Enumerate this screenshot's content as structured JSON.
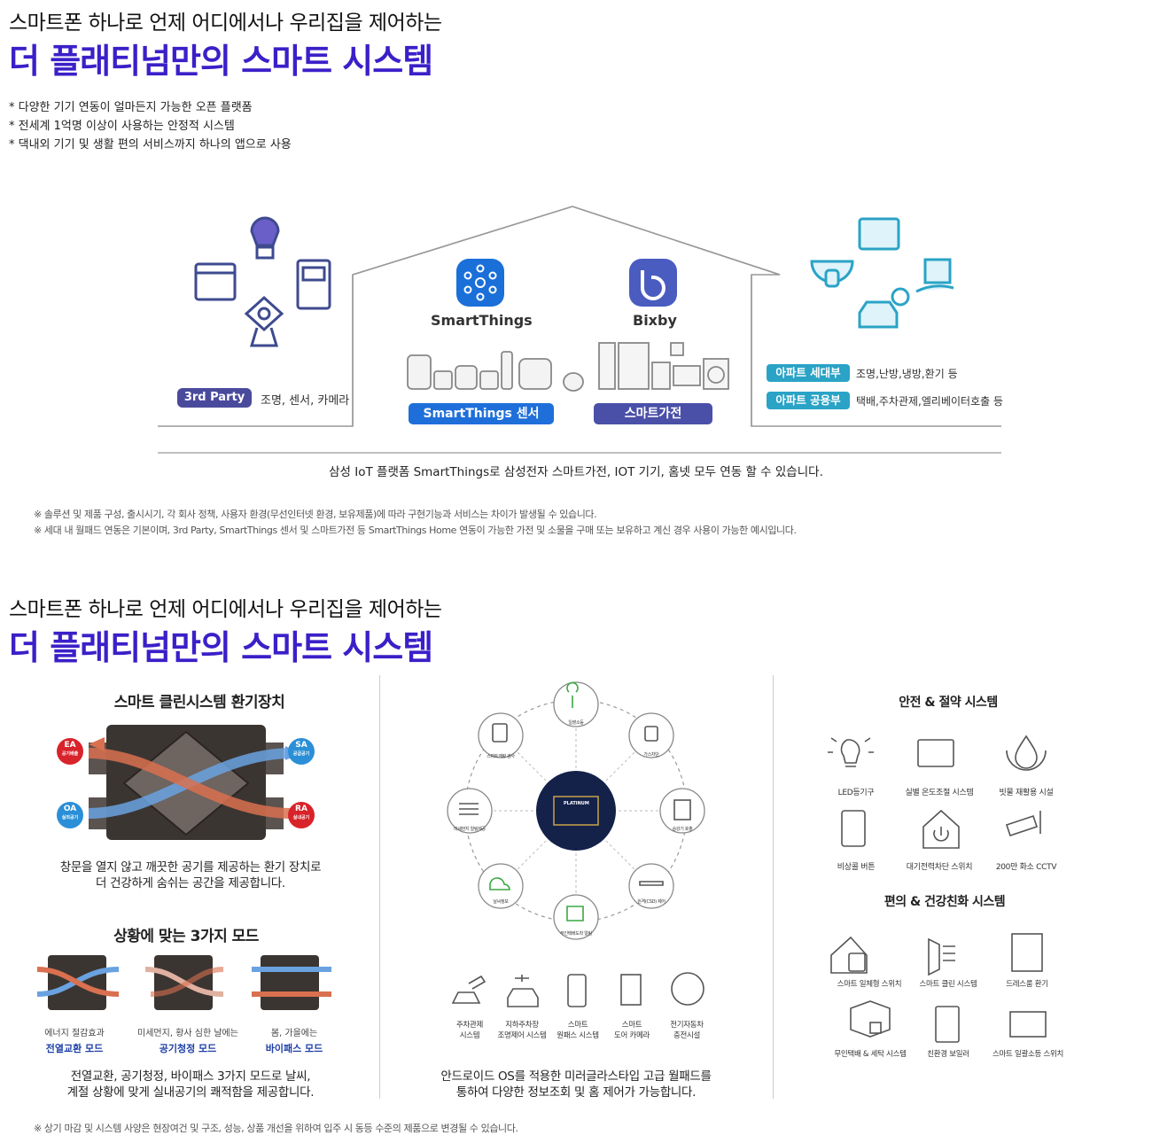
{
  "section1": {
    "subtitle": "스마트폰 하나로 언제 어디에서나 우리집을 제어하는",
    "title": "더 플래티넘만의 스마트 시스템",
    "bullets": [
      "* 다양한 기기 연동이 얼마든지 가능한 오픈 플랫폼",
      "* 전세계 1억명 이상이 사용하는 안정적 시스템",
      "* 댁내외 기기 및 생활 편의 서비스까지 하나의 앱으로 사용"
    ],
    "third_party_label": "3rd Party",
    "third_party_desc": "조명, 센서, 카메라",
    "smartthings_label": "SmartThings",
    "bixby_label": "Bixby",
    "smartthings_sensor": "SmartThings 센서",
    "smart_appliance": "스마트가전",
    "apt_unit": "아파트 세대부",
    "apt_unit_desc": "조명,난방,냉방,환기 등",
    "apt_common": "아파트 공용부",
    "apt_common_desc": "택배,주차관제,엘리베이터호출 등",
    "caption": "삼성 IoT 플랫폼 SmartThings로 삼성전자 스마트가전, IOT 기기, 홈넷 모두 연동 할 수 있습니다.",
    "notes": [
      "※ 솔루션 및 제품 구성, 출시시기, 각 회사 정책, 사용자 환경(무선인터넷 환경, 보유제품)에 따라 구현기능과 서비스는 차이가 발생될 수 있습니다.",
      "※ 세대 내 월패드 연동은 기본이며, 3rd Party, SmartThings 센서 및 스마트가전 등 SmartThings Home 연동이 가능한 가전 및 소물을 구매 또는 보유하고 계신 경우 사용이 가능한 예시입니다."
    ]
  },
  "section2": {
    "subtitle": "스마트폰 하나로 언제 어디에서나 우리집을 제어하는",
    "title": "더 플래티넘만의 스마트 시스템",
    "left": {
      "title": "스마트 클린시스템 환기장치",
      "ea": "EA",
      "ea_sub": "공기배출",
      "sa": "SA",
      "sa_sub": "공급공기",
      "oa": "OA",
      "oa_sub": "실외공기",
      "ra": "RA",
      "ra_sub": "실내공기",
      "desc1": "창문을 열지 않고 깨끗한 공기를 제공하는 환기 장치로",
      "desc2": "더 건강하게 숨쉬는 공간을 제공합니다.",
      "modes_title": "상황에 맞는 3가지 모드",
      "modes": [
        {
          "sub": "에너지 절감효과",
          "name": "전열교환 모드"
        },
        {
          "sub": "미세먼지, 황사 심한 날에는",
          "name": "공기청정 모드"
        },
        {
          "sub": "봄, 가을에는",
          "name": "바이패스 모드"
        }
      ],
      "modes_desc1": "전열교환, 공기청정, 바이패스 3가지 모드로 날씨,",
      "modes_desc2": "계절 상황에 맞게 실내공기의 쾌적함을 제공합니다."
    },
    "center": {
      "hub_label": "PLATINUM",
      "nodes": [
        "일괄소등",
        "가스차단",
        "승강기 호출",
        "원격(CSD) 제어",
        "무인택배도착 알림",
        "날씨정보",
        "미세먼지 알림제공",
        "스마트계량 검사"
      ],
      "bottom_icons": [
        {
          "l1": "주차관제",
          "l2": "시스템"
        },
        {
          "l1": "지하주차장",
          "l2": "조명제어 시스템"
        },
        {
          "l1": "스마트",
          "l2": "원패스 시스템"
        },
        {
          "l1": "스마트",
          "l2": "도어 카메라"
        },
        {
          "l1": "전기자동차",
          "l2": "충전시설"
        }
      ],
      "desc1": "안드로이드 OS를 적용한 미러글라스타입 고급 월패드를",
      "desc2": "통하여 다양한 정보조회 및 홈 제어가 가능합니다."
    },
    "right": {
      "safety_title": "안전 & 절약 시스템",
      "safety_items": [
        "LED등기구",
        "실별 온도조절 시스템",
        "빗물 재활용 시설",
        "비상콜 버튼",
        "대기전력차단 스위치",
        "200만 화소 CCTV"
      ],
      "health_title": "편의 & 건강친화 시스템",
      "health_items": [
        "스마트 일체형 스위치",
        "스마트 클린 시스템",
        "드레스룸 환기",
        "무인택배 & 세탁 시스템",
        "친환경 보일러",
        "스마트 일괄소등 스위치"
      ]
    },
    "footnote": "※ 상기 마감 및 시스템 사양은 현장여건 및 구조, 성능, 상품 개선을 위하여 입주 시 동등 수준의 제품으로 변경될 수 있습니다."
  },
  "colors": {
    "accent": "#3b1fc8",
    "teal": "#2aa3c6",
    "navy": "#14224a",
    "sensor_blue": "#1e6fd9",
    "appliance_purple": "#4a4fa8"
  }
}
